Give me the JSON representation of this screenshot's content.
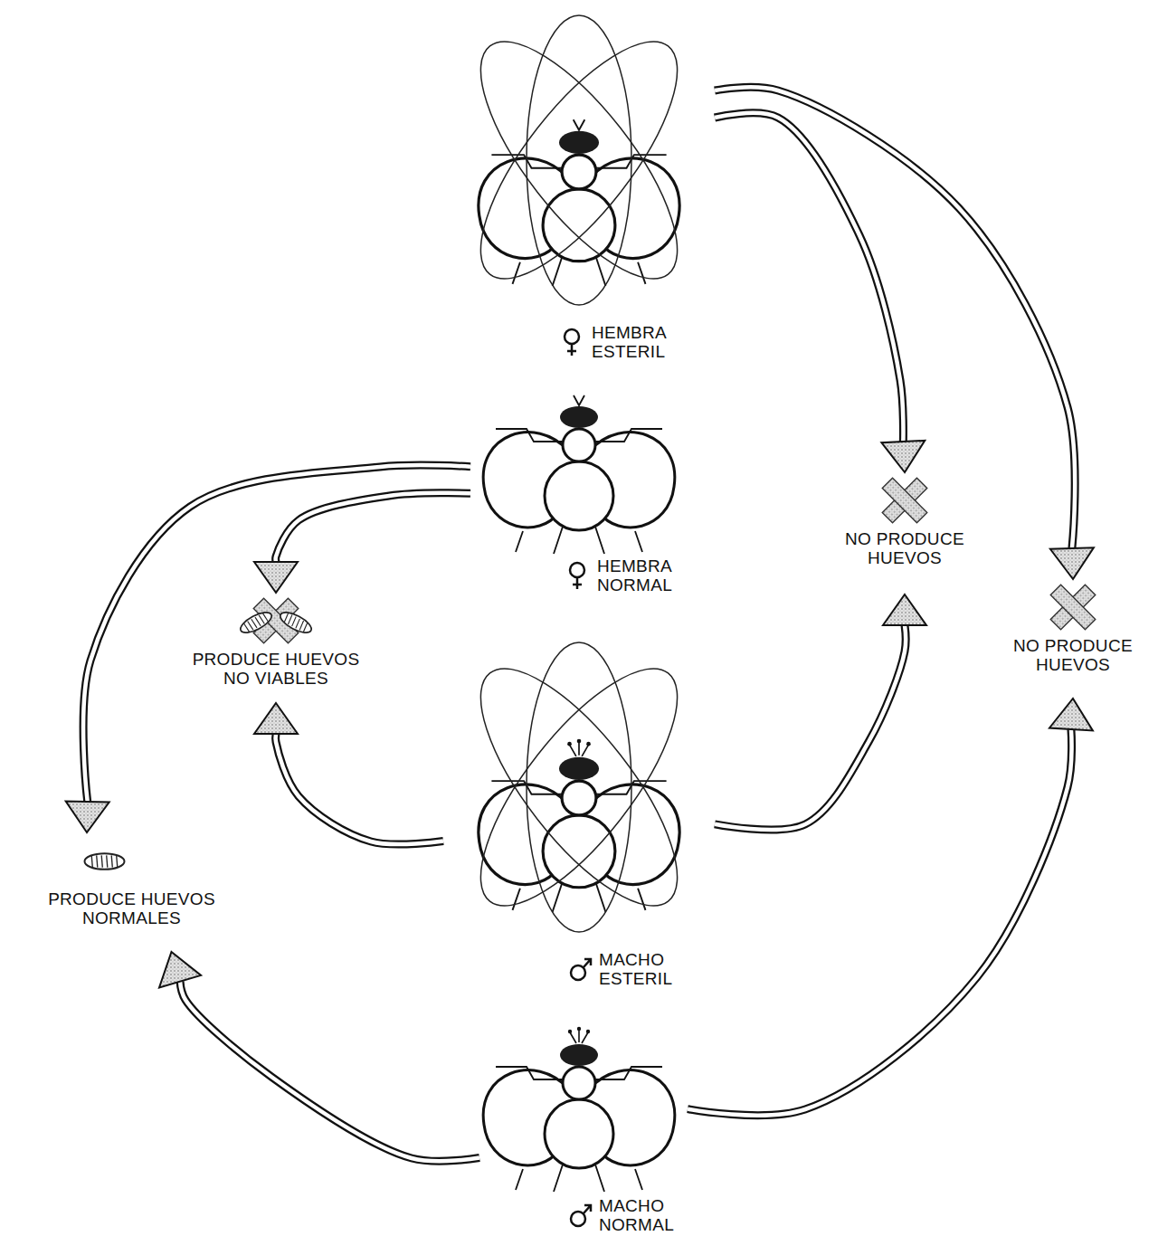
{
  "diagram": {
    "nodes": [
      {
        "text": [
          "HEMBRA ESTERIL"
        ]
      },
      {
        "text": [
          "HEMBRA NORMAL"
        ]
      },
      {
        "text": [
          "PRODUCE HUEVOS NO VIABLES"
        ]
      },
      {
        "text": [
          "NO PRODUCE HUEVOS"
        ]
      },
      {
        "text": [
          "NO PRODUCE HUEVOS"
        ]
      },
      {
        "text": [
          "PRODUCE HUEVOS NORMALES"
        ]
      },
      {
        "text": [
          "MACHO ESTERIL"
        ]
      },
      {
        "text": [
          "MACHO NORMAL"
        ]
      }
    ],
    "edges": [
      {
        "from": 0,
        "to": 3,
        "arrow": "to"
      },
      {
        "from": 0,
        "to": 4,
        "arrow": "to"
      },
      {
        "from": 1,
        "to": 2,
        "arrow": "to"
      },
      {
        "from": 1,
        "to": 5,
        "arrow": "to"
      },
      {
        "from": 6,
        "to": 2,
        "arrow": "to"
      },
      {
        "from": 6,
        "to": 3,
        "arrow": "to"
      },
      {
        "from": 7,
        "to": 5,
        "arrow": "to"
      },
      {
        "from": 7,
        "to": 4,
        "arrow": "to"
      }
    ]
  }
}
